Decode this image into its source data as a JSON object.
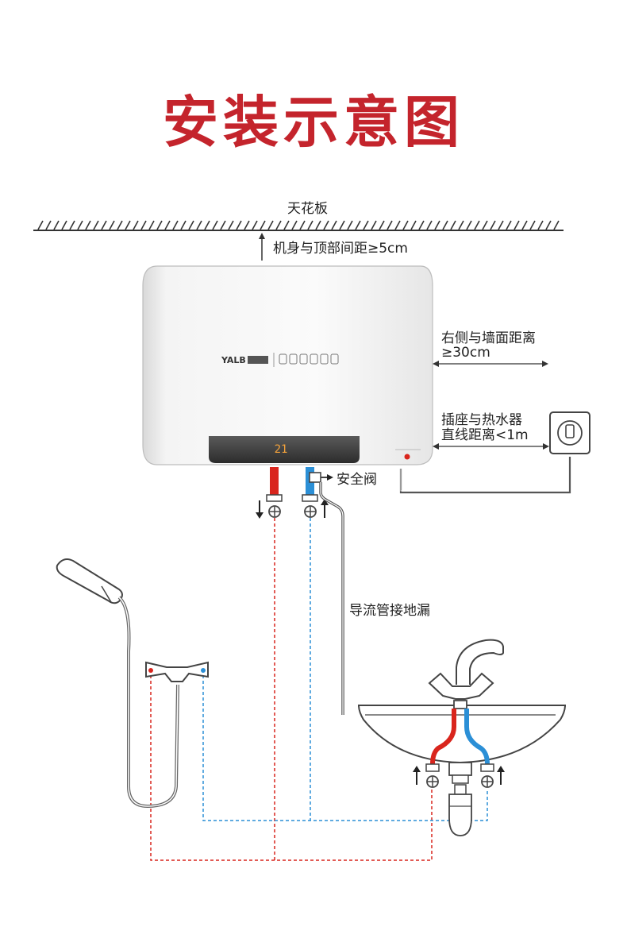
{
  "title": "安装示意图",
  "labels": {
    "ceiling": "天花板",
    "top_clearance": "机身与顶部间距≥5cm",
    "side_clearance_line1": "右侧与墙面距离",
    "side_clearance_line2": "≥30cm",
    "socket_distance_line1": "插座与热水器",
    "socket_distance_line2": "直线距离<1m",
    "safety_valve": "安全阀",
    "drain_pipe": "导流管接地漏"
  },
  "heater": {
    "brand": "YALB",
    "display_value": "21"
  },
  "colors": {
    "title": "#c4242c",
    "hot": "#d9251d",
    "cold": "#2b8fd6",
    "outline": "#444444"
  },
  "icons": [
    "ceiling-hatch",
    "water-heater",
    "power-socket",
    "shower-head",
    "shower-mixer",
    "basin",
    "basin-faucet",
    "safety-valve",
    "drain-pipe"
  ]
}
